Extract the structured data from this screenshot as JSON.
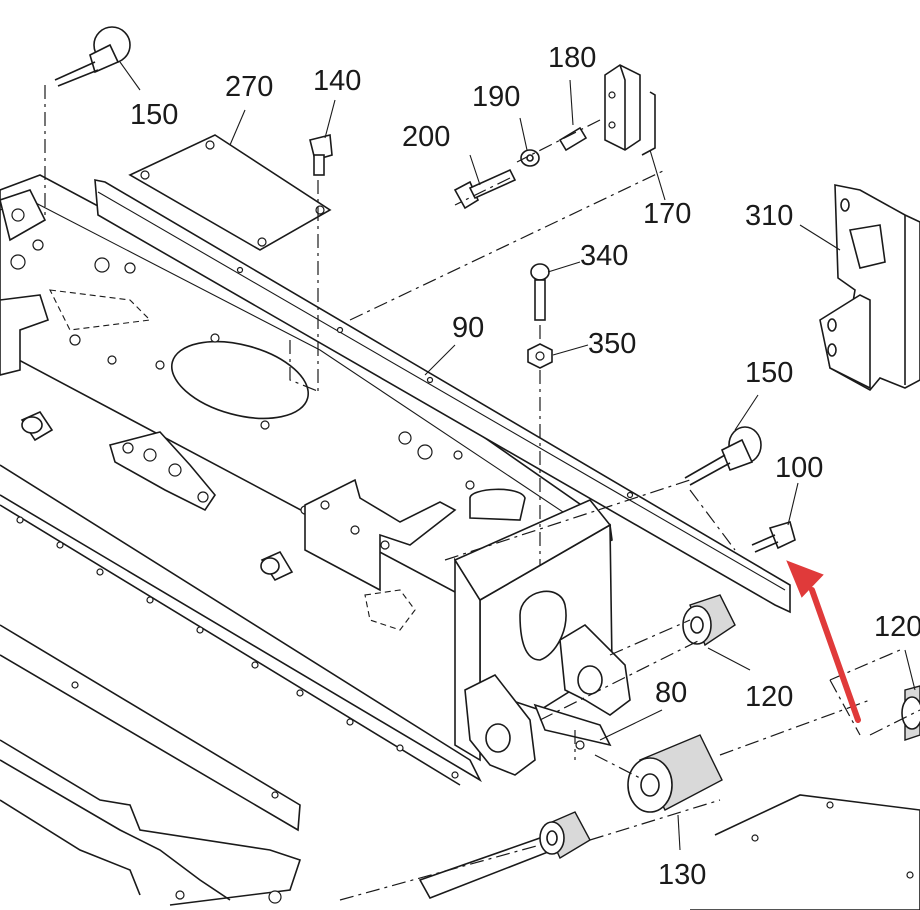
{
  "callouts": [
    {
      "id": "150a",
      "text": "150"
    },
    {
      "id": "270",
      "text": "270"
    },
    {
      "id": "140",
      "text": "140"
    },
    {
      "id": "180",
      "text": "180"
    },
    {
      "id": "190",
      "text": "190"
    },
    {
      "id": "200",
      "text": "200"
    },
    {
      "id": "170",
      "text": "170"
    },
    {
      "id": "310",
      "text": "310"
    },
    {
      "id": "340",
      "text": "340"
    },
    {
      "id": "350",
      "text": "350"
    },
    {
      "id": "90",
      "text": "90"
    },
    {
      "id": "150b",
      "text": "150"
    },
    {
      "id": "100",
      "text": "100"
    },
    {
      "id": "120a",
      "text": "120"
    },
    {
      "id": "120b",
      "text": "120"
    },
    {
      "id": "80",
      "text": "80"
    },
    {
      "id": "130",
      "text": "130"
    }
  ],
  "colors": {
    "line": "#1a1a1a",
    "arrow": "#e03a3a",
    "shade": "#d9d9d9"
  },
  "pointer": {
    "icon": "red-arrow-icon",
    "points_to": "100"
  }
}
